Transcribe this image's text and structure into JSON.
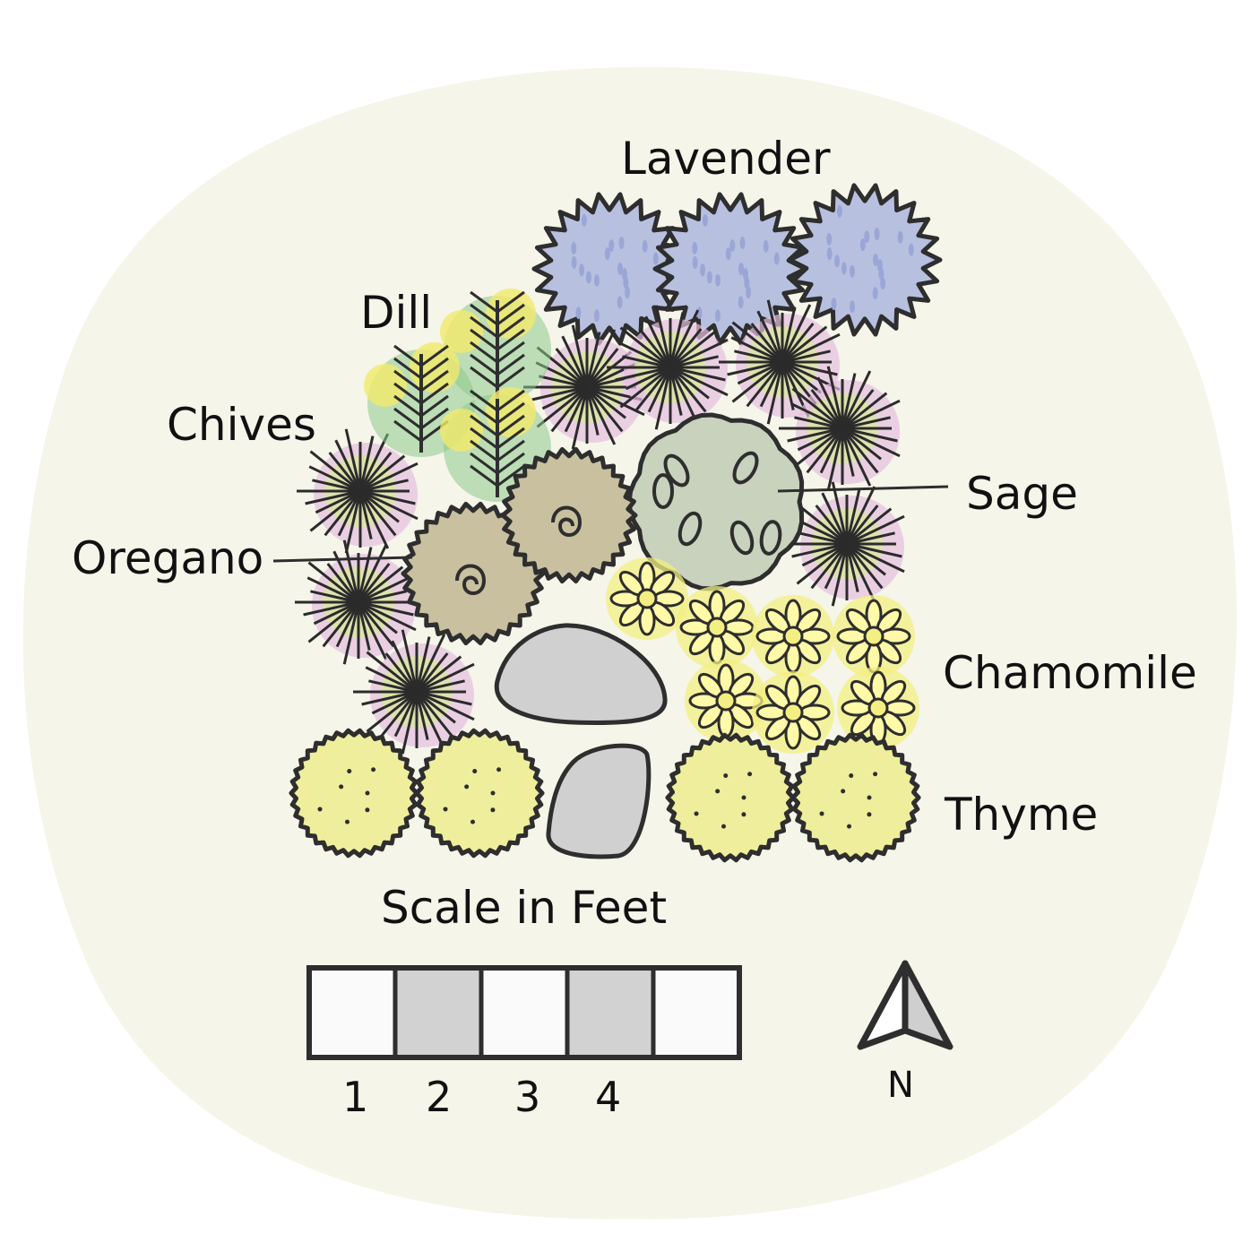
{
  "labels": {
    "lavender": "Lavender",
    "dill": "Dill",
    "chives": "Chives",
    "sage": "Sage",
    "oregano": "Oregano",
    "chamomile": "Chamomile",
    "thyme": "Thyme"
  },
  "scale": {
    "title": "Scale in Feet",
    "ticks": [
      "1",
      "2",
      "3",
      "4"
    ]
  },
  "compass": {
    "label": "N"
  },
  "colors": {
    "background_blob": "#f5f5ea",
    "lavender": "#b8c0e0",
    "dill": "#8cc98a",
    "dill_flower": "#f2ea6c",
    "chives_halo": "#e6bfe0",
    "chives_core": "#d9e6a0",
    "sage": "#c8d2bd",
    "oregano": "#c9c0a0",
    "chamomile": "#f3ef82",
    "thyme": "#eeee9c",
    "stone": "#d0d0d0",
    "ink": "#2e2e2e"
  },
  "icons": [
    "compass-arrow-icon"
  ]
}
